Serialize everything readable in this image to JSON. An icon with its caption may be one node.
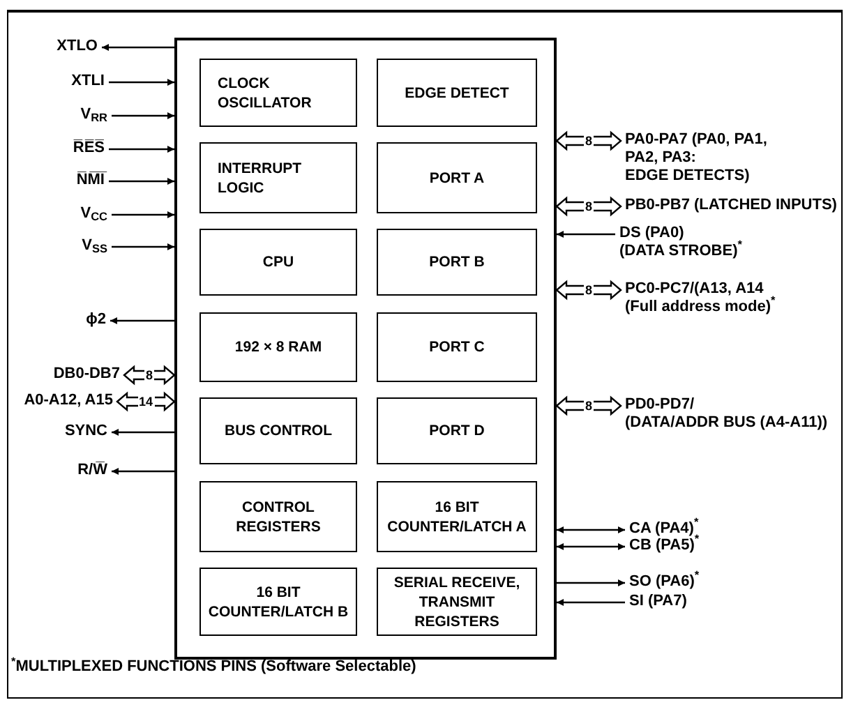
{
  "diagram": {
    "nodes": [
      {
        "text": [],
        "shape": "box"
      },
      {
        "text": [
          "CLOCK OSCILLATOR"
        ],
        "in": 0
      },
      {
        "text": [
          "EDGE DETECT"
        ],
        "in": 0
      },
      {
        "text": [
          "INTERRUPT LOGIC"
        ],
        "in": 0
      },
      {
        "text": [
          "PORT A"
        ],
        "in": 0
      },
      {
        "text": [
          "CPU"
        ],
        "in": 0
      },
      {
        "text": [
          "PORT B"
        ],
        "in": 0
      },
      {
        "text": [
          "192 × 8 RAM"
        ],
        "in": 0
      },
      {
        "text": [
          "PORT C"
        ],
        "in": 0
      },
      {
        "text": [
          "BUS CONTROL"
        ],
        "in": 0
      },
      {
        "text": [
          "PORT D"
        ],
        "in": 0
      },
      {
        "text": [
          "CONTROL REGISTERS"
        ],
        "in": 0
      },
      {
        "text": [
          "16 BIT COUNTER/LATCH A"
        ],
        "in": 0
      },
      {
        "text": [
          "16 BIT COUNTER/LATCH B"
        ],
        "in": 0
      },
      {
        "text": [
          "SERIAL RECEIVE, TRANSMIT REGISTERS"
        ],
        "in": 0
      },
      {
        "text": [
          "XTLO"
        ]
      },
      {
        "text": [
          "XTLI"
        ]
      },
      {
        "text": [
          "V$_{RR}$"
        ]
      },
      {
        "text": [
          "R̅E̅S̅"
        ]
      },
      {
        "text": [
          "N̅M̅I̅"
        ]
      },
      {
        "text": [
          "V$_{CC}$"
        ]
      },
      {
        "text": [
          "V$_{SS}$"
        ]
      },
      {
        "text": [
          "ϕ2"
        ]
      },
      {
        "text": [
          "DB0-DB7"
        ]
      },
      {
        "text": [
          "A0-A12, A15"
        ]
      },
      {
        "text": [
          "SYNC"
        ]
      },
      {
        "text": [
          "R/W̅"
        ]
      },
      {
        "text": [
          "PA0-PA7 (PA0, PA1,",
          "PA2, PA3:",
          "EDGE DETECTS)"
        ]
      },
      {
        "text": [
          "PB0-PB7 (LATCHED INPUTS)"
        ]
      },
      {
        "text": [
          "DS (PA0)",
          "(DATA STROBE)$^{*}$"
        ]
      },
      {
        "text": [
          "PC0-PC7/(A13, A14",
          "(Full address mode)$^{*}$"
        ]
      },
      {
        "text": [
          "PD0-PD7/",
          "(DATA/ADDR BUS (A4-A11))"
        ]
      },
      {
        "text": [
          "CA (PA4)$^{*}$"
        ]
      },
      {
        "text": [
          "CB (PA5)$^{*}$"
        ]
      },
      {
        "text": [
          "SO (PA6)$^{*}$"
        ]
      },
      {
        "text": [
          "SI (PA7)"
        ]
      }
    ],
    "edges": [
      {
        "from": 0,
        "to": 15,
        "arrow": "to"
      },
      {
        "from": 16,
        "to": 0,
        "arrow": "to"
      },
      {
        "from": 17,
        "to": 0,
        "arrow": "to"
      },
      {
        "from": 18,
        "to": 0,
        "arrow": "to"
      },
      {
        "from": 19,
        "to": 0,
        "arrow": "to"
      },
      {
        "from": 20,
        "to": 0,
        "arrow": "to"
      },
      {
        "from": 21,
        "to": 0,
        "arrow": "to"
      },
      {
        "from": 0,
        "to": 22,
        "arrow": "to"
      },
      {
        "from": 23,
        "to": 0,
        "arrow": "both",
        "style": "thick",
        "label": "8"
      },
      {
        "from": 24,
        "to": 0,
        "arrow": "both",
        "style": "thick",
        "label": "14"
      },
      {
        "from": 0,
        "to": 25,
        "arrow": "to"
      },
      {
        "from": 0,
        "to": 26,
        "arrow": "to"
      },
      {
        "from": 0,
        "to": 27,
        "arrow": "both",
        "style": "thick",
        "label": "8"
      },
      {
        "from": 0,
        "to": 28,
        "arrow": "both",
        "style": "thick",
        "label": "8"
      },
      {
        "from": 29,
        "to": 0,
        "arrow": "to"
      },
      {
        "from": 0,
        "to": 30,
        "arrow": "both",
        "style": "thick",
        "label": "8"
      },
      {
        "from": 0,
        "to": 31,
        "arrow": "both",
        "style": "thick",
        "label": "8"
      },
      {
        "from": 0,
        "to": 32,
        "arrow": "both"
      },
      {
        "from": 0,
        "to": 33,
        "arrow": "both"
      },
      {
        "from": 0,
        "to": 34,
        "arrow": "to"
      },
      {
        "from": 35,
        "to": 0,
        "arrow": "to"
      }
    ],
    "labels": [
      "$^{*}$MULTIPLEXED FUNCTIONS PINS (Software Selectable)"
    ]
  }
}
